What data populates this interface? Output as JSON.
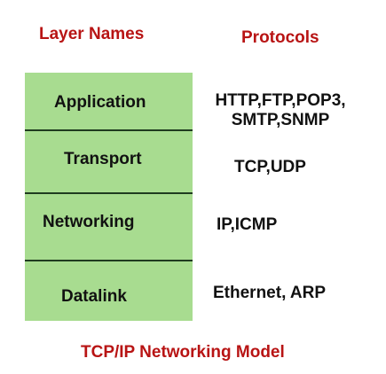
{
  "headings": {
    "layers": "Layer Names",
    "protocols": "Protocols"
  },
  "layers": [
    {
      "name": "Application",
      "protocols": "HTTP,FTP,POP3,\nSMTP,SNMP"
    },
    {
      "name": "Transport",
      "protocols": "TCP,UDP"
    },
    {
      "name": "Networking",
      "protocols": "IP,ICMP"
    },
    {
      "name": "Datalink",
      "protocols": "Ethernet, ARP"
    }
  ],
  "caption": "TCP/IP Networking Model",
  "colors": {
    "heading": "#b81414",
    "layer_fill": "#a8dc90",
    "divider": "#1f3b1f",
    "text": "#111111"
  }
}
